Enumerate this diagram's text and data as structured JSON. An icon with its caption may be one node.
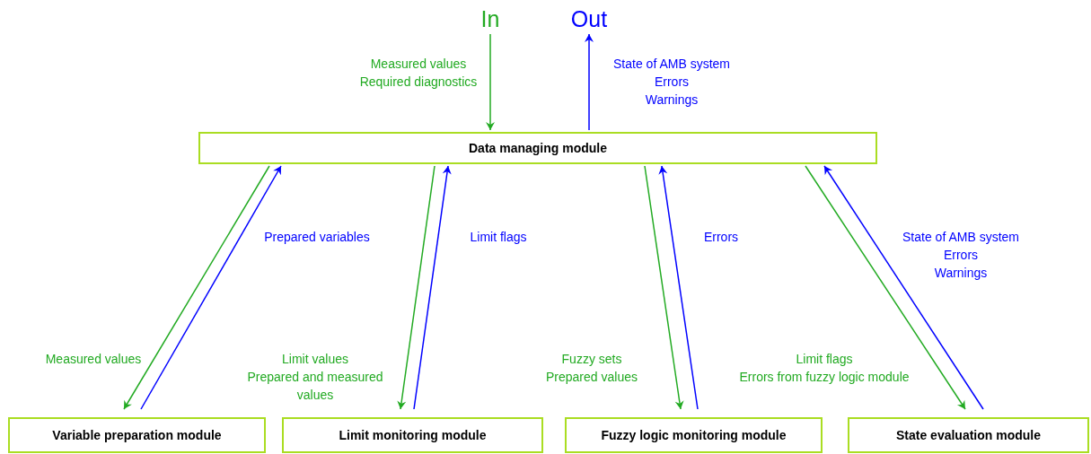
{
  "diagram": {
    "nodes": [
      {
        "text": [
          "In"
        ]
      },
      {
        "text": [
          "Out"
        ]
      },
      {
        "text": [
          "Data managing module"
        ]
      },
      {
        "text": [
          "Variable preparation module"
        ]
      },
      {
        "text": [
          "Limit monitoring module"
        ]
      },
      {
        "text": [
          "Fuzzy logic monitoring module"
        ]
      },
      {
        "text": [
          "State evaluation module"
        ]
      }
    ],
    "edges": [
      {
        "from": 0,
        "to": 2,
        "arrow": "to",
        "label": "Measured values\nRequired diagnostics",
        "color": "#22aa22"
      },
      {
        "from": 2,
        "to": 1,
        "arrow": "to",
        "label": "State of AMB system\nErrors\nWarnings",
        "color": "#0000ff"
      },
      {
        "from": 2,
        "to": 3,
        "arrow": "to",
        "label": "Measured values",
        "color": "#22aa22"
      },
      {
        "from": 3,
        "to": 2,
        "arrow": "to",
        "label": "Prepared variables",
        "color": "#0000ff"
      },
      {
        "from": 2,
        "to": 4,
        "arrow": "to",
        "label": "Limit values\nPrepared and measured values",
        "color": "#22aa22"
      },
      {
        "from": 4,
        "to": 2,
        "arrow": "to",
        "label": "Limit flags",
        "color": "#0000ff"
      },
      {
        "from": 2,
        "to": 5,
        "arrow": "to",
        "label": "Fuzzy sets\nPrepared values",
        "color": "#22aa22"
      },
      {
        "from": 5,
        "to": 2,
        "arrow": "to",
        "label": "Errors",
        "color": "#0000ff"
      },
      {
        "from": 2,
        "to": 6,
        "arrow": "to",
        "label": "Limit flags\nErrors from fuzzy logic module",
        "color": "#22aa22"
      },
      {
        "from": 6,
        "to": 2,
        "arrow": "to",
        "label": "State of AMB system\nErrors\nWarnings",
        "color": "#0000ff"
      }
    ]
  }
}
